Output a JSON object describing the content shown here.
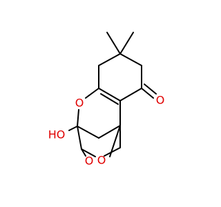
{
  "atom_labels": {
    "ketone_oxygen": "O",
    "pyran_oxygen": "O",
    "hydroxyl": "HO",
    "bridge_oxygen_left": "O",
    "bridge_oxygen_right": "O"
  },
  "colors": {
    "bond": "#000000",
    "heteroatom": "#e00000",
    "background": "#ffffff"
  }
}
